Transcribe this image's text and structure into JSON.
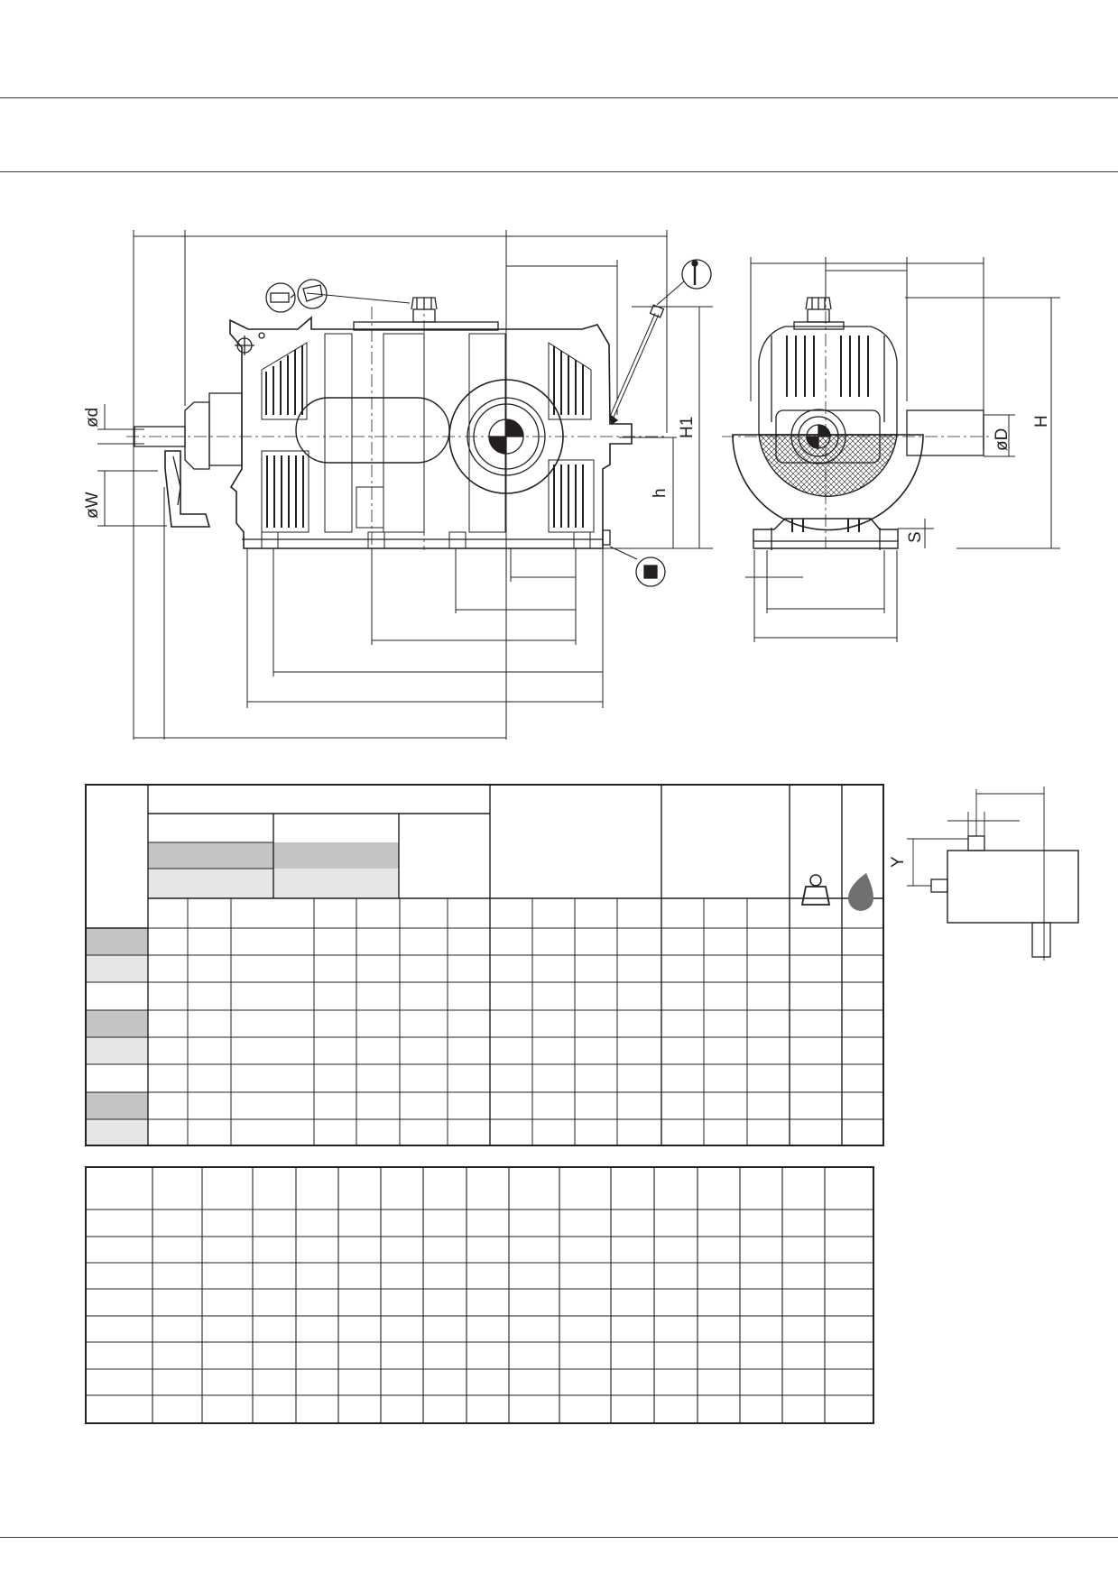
{
  "document": {
    "type": "gear-reducer-dimension-sheet",
    "colors": {
      "line": "#231f20",
      "shade_dark": "#c4c4c4",
      "shade_light": "#e6e6e6",
      "oil_drop": "#707070"
    }
  },
  "drawing": {
    "front_view": {
      "dimension_labels": {
        "input_shaft_diameter": "ød",
        "coupling_diameter": "øW",
        "shaft_height": "h",
        "overall_height": "H1"
      }
    },
    "side_view": {
      "dimension_labels": {
        "output_shaft_diameter": "øD",
        "overall_height": "H",
        "foot_thickness": "S"
      }
    },
    "icons": [
      "oil-fill-icon",
      "tilt-icon",
      "dipstick-icon",
      "drain-plug-icon"
    ]
  },
  "table_main": {
    "header_groups": 3,
    "data_rows": 8,
    "data_columns": 17,
    "row_shading": [
      "dark",
      "light",
      "none",
      "dark",
      "light",
      "none",
      "dark",
      "light"
    ],
    "weight_icon": "weight-icon",
    "oil_icon": "oil-drop-icon"
  },
  "table_secondary": {
    "rows": 9,
    "columns": 17
  },
  "shaft_diagram": {
    "label_y": "Y"
  }
}
